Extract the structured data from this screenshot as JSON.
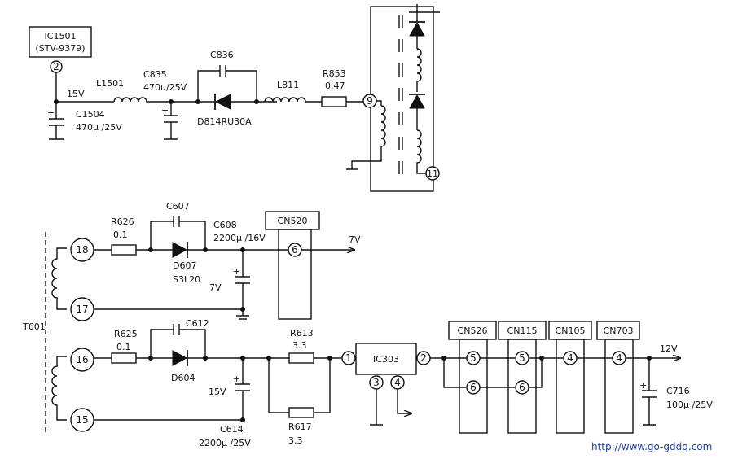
{
  "top_circuit": {
    "ic1501_name": "IC1501",
    "ic1501_part": "(STV-9379)",
    "ic1501_pin": "2",
    "rail_15v": "15V",
    "c1504_name": "C1504",
    "c1504_value": "470μ /25V",
    "l1501": "L1501",
    "c835_name": "C835",
    "c835_value": "470u/25V",
    "c836": "C836",
    "d814": "D814RU30A",
    "l811": "L811",
    "r853_name": "R853",
    "r853_value": "0.47",
    "pin9": "9",
    "pin11": "11"
  },
  "t601_circuit": {
    "transformer": "T601",
    "pin18": "18",
    "pin17": "17",
    "pin16": "16",
    "pin15": "15",
    "r626_name": "R626",
    "r626_value": "0.1",
    "c607": "C607",
    "d607_name": "D607",
    "d607_part": "S3L20",
    "c608_name": "C608",
    "c608_value": "2200μ /16V",
    "cn520": "CN520",
    "cn520_pin": "6",
    "out_7v": "7V",
    "cap_7v": "7V",
    "r625_name": "R625",
    "r625_value": "0.1",
    "c612": "C612",
    "d604": "D604",
    "r613_name": "R613",
    "r613_value": "3.3",
    "r617_name": "R617",
    "r617_value": "3.3",
    "label_15v": "15V",
    "c614_name": "C614",
    "c614_value": "2200μ /25V",
    "ic303": "IC303",
    "ic303_pin1": "1",
    "ic303_pin2": "2",
    "ic303_pin3": "3",
    "ic303_pin4": "4",
    "cn526": "CN526",
    "cn526_pin5": "5",
    "cn526_pin6": "6",
    "cn115": "CN115",
    "cn115_pin5": "5",
    "cn115_pin6": "6",
    "cn105": "CN105",
    "cn105_pin": "4",
    "cn703": "CN703",
    "cn703_pin": "4",
    "out_12v": "12V",
    "c716_name": "C716",
    "c716_value": "100μ /25V"
  },
  "footer": {
    "url": "http://www.go-gddq.com"
  }
}
